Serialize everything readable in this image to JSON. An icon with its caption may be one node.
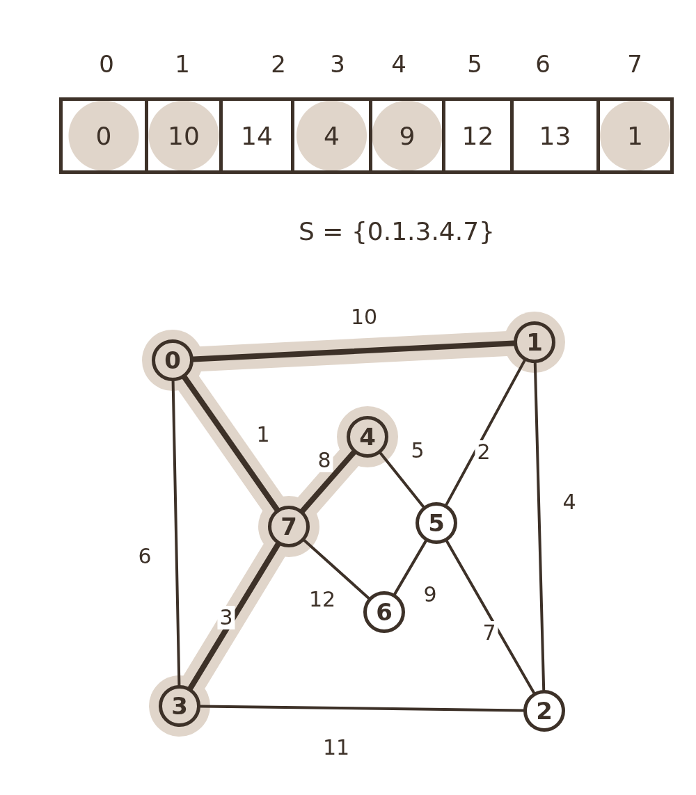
{
  "diagram": {
    "nodes": [
      {
        "text": [
          "0"
        ],
        "beside": [
          "0"
        ]
      },
      {
        "text": [
          "10"
        ],
        "beside": [
          "1"
        ]
      },
      {
        "text": [
          "14"
        ],
        "beside": [
          "2"
        ]
      },
      {
        "text": [
          "4"
        ],
        "beside": [
          "3"
        ]
      },
      {
        "text": [
          "9"
        ],
        "beside": [
          "4"
        ]
      },
      {
        "text": [
          "12"
        ],
        "beside": [
          "5"
        ]
      },
      {
        "text": [
          "13"
        ],
        "beside": [
          "6"
        ]
      },
      {
        "text": [
          "1"
        ],
        "beside": [
          "7"
        ]
      },
      {
        "text": [
          "0"
        ]
      },
      {
        "text": [
          "1"
        ]
      },
      {
        "text": [
          "2"
        ]
      },
      {
        "text": [
          "3"
        ]
      },
      {
        "text": [
          "4"
        ]
      },
      {
        "text": [
          "5"
        ]
      },
      {
        "text": [
          "6"
        ]
      },
      {
        "text": [
          "7"
        ]
      }
    ],
    "edges": [
      {
        "from": 8,
        "to": 9,
        "arrow": "none",
        "label": "10",
        "style": "thick"
      },
      {
        "from": 8,
        "to": 15,
        "arrow": "none",
        "label": "1",
        "style": "thick"
      },
      {
        "from": 8,
        "to": 11,
        "arrow": "none",
        "label": "6"
      },
      {
        "from": 9,
        "to": 13,
        "arrow": "none",
        "label": "2"
      },
      {
        "from": 9,
        "to": 10,
        "arrow": "none",
        "label": "4"
      },
      {
        "from": 15,
        "to": 12,
        "arrow": "none",
        "label": "8",
        "style": "thick"
      },
      {
        "from": 12,
        "to": 13,
        "arrow": "none",
        "label": "5"
      },
      {
        "from": 15,
        "to": 14,
        "arrow": "none",
        "label": "12"
      },
      {
        "from": 13,
        "to": 14,
        "arrow": "none",
        "label": "9"
      },
      {
        "from": 15,
        "to": 11,
        "arrow": "none",
        "label": "3",
        "style": "thick"
      },
      {
        "from": 13,
        "to": 10,
        "arrow": "none",
        "label": "7"
      },
      {
        "from": 11,
        "to": 10,
        "arrow": "none",
        "label": "11"
      }
    ],
    "labels": [
      "S = {0.1.3.4.7}"
    ]
  }
}
